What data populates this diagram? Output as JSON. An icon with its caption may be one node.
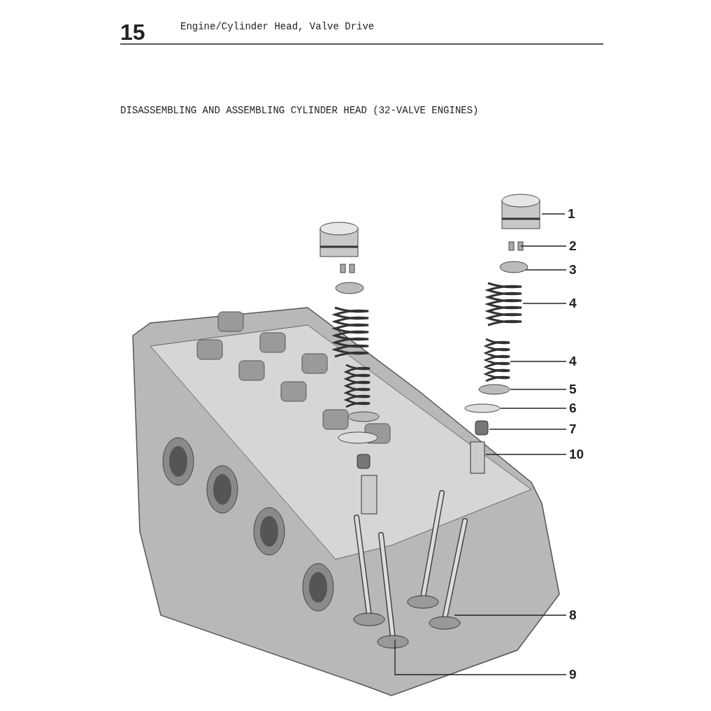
{
  "diagram": {
    "title": "DISASSEMBLING AND ASSEMBLING CYLINDER HEAD (32-VALVE ENGINES)",
    "nodes": [
      {
        "text": [
          "1"
        ]
      },
      {
        "text": [
          "2"
        ]
      },
      {
        "text": [
          "3"
        ]
      },
      {
        "text": [
          "4"
        ]
      },
      {
        "text": [
          "4"
        ]
      },
      {
        "text": [
          "5"
        ]
      },
      {
        "text": [
          "6"
        ]
      },
      {
        "text": [
          "7"
        ]
      },
      {
        "text": [
          "10"
        ]
      },
      {
        "text": [
          "8"
        ]
      },
      {
        "text": [
          "9"
        ]
      }
    ],
    "edges": [
      {
        "from": 0,
        "to": null,
        "arrow": "none"
      },
      {
        "from": 1,
        "to": null,
        "arrow": "none"
      },
      {
        "from": 2,
        "to": null,
        "arrow": "none"
      },
      {
        "from": 3,
        "to": null,
        "arrow": "none"
      },
      {
        "from": 4,
        "to": null,
        "arrow": "none"
      },
      {
        "from": 5,
        "to": null,
        "arrow": "none"
      },
      {
        "from": 6,
        "to": null,
        "arrow": "none"
      },
      {
        "from": 7,
        "to": null,
        "arrow": "none"
      },
      {
        "from": 8,
        "to": null,
        "arrow": "none"
      },
      {
        "from": 9,
        "to": null,
        "arrow": "none"
      },
      {
        "from": 10,
        "to": null,
        "arrow": "none"
      }
    ],
    "labels": [
      "15",
      "Engine/Cylinder Head, Valve Drive"
    ]
  }
}
